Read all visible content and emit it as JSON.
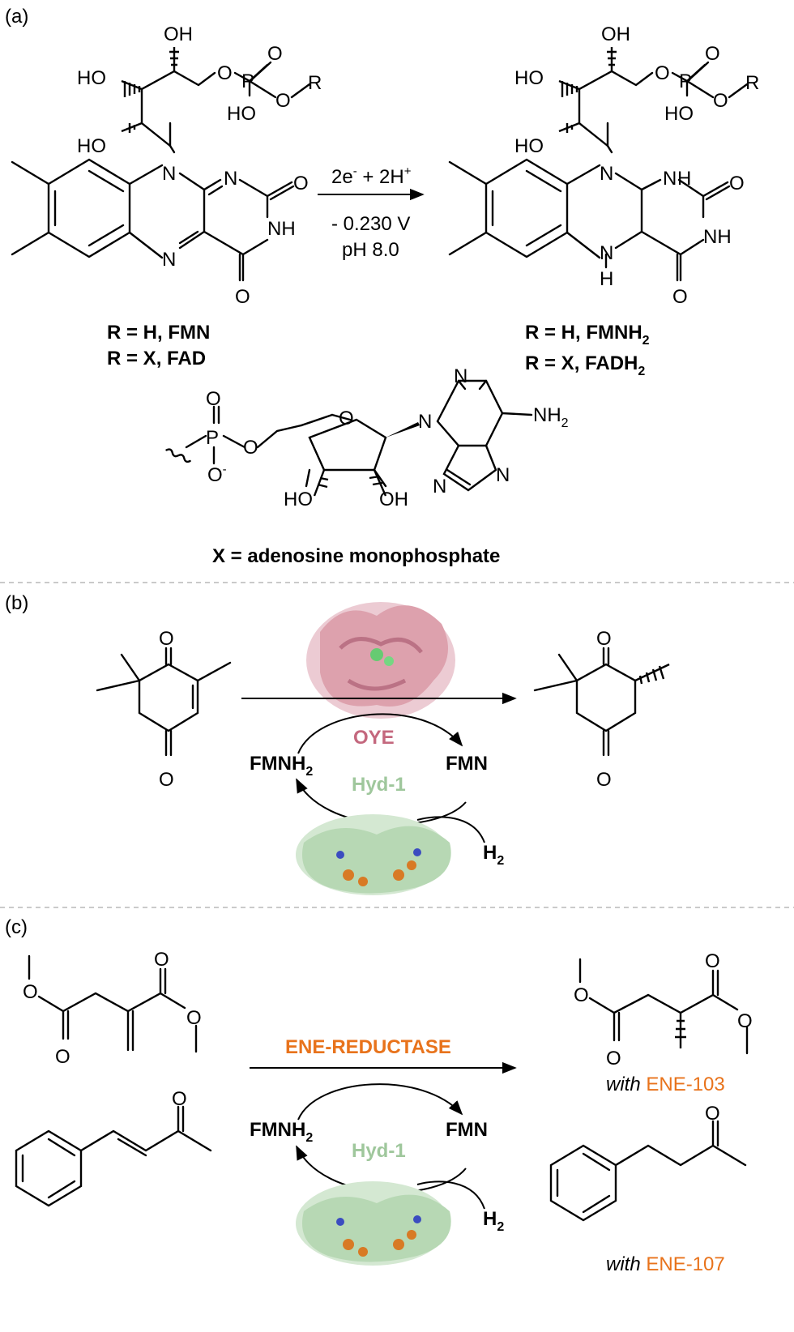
{
  "panel_a": {
    "label": "(a)",
    "atoms_left": {
      "oh_top": "OH",
      "ho_mid": "HO",
      "ho_low": "HO",
      "o_ester": "O",
      "p": "P",
      "o_dbl": "O",
      "o_r": "O",
      "r": "R",
      "ho_p": "HO",
      "n10": "N",
      "n1": "N",
      "n5": "N",
      "o2": "O",
      "nh3": "NH",
      "o4": "O"
    },
    "atoms_right": {
      "oh_top": "OH",
      "ho_mid": "HO",
      "ho_low": "HO",
      "o_ester": "O",
      "p": "P",
      "o_dbl": "O",
      "o_r": "O",
      "r": "R",
      "ho_p": "HO",
      "n10": "N",
      "n1h": "N",
      "h1": "H",
      "o2": "O",
      "nh3": "NH",
      "n5": "N",
      "h5": "H",
      "o4": "O"
    },
    "arrow_top_main": "2e",
    "arrow_top_sup1": "-",
    "arrow_top_mid": " + 2H",
    "arrow_top_sup2": "+",
    "arrow_potential": "- 0.230 V",
    "arrow_ph": "pH 8.0",
    "left_caption_1": "R = H, FMN",
    "left_caption_2": "R = X, FAD",
    "right_caption_1_main": "R = H, FMNH",
    "right_caption_1_sub": "2",
    "right_caption_2_main": "R = X, FADH",
    "right_caption_2_sub": "2",
    "amp_atoms": {
      "o_dbl": "O",
      "p": "P",
      "o_minus": "O",
      "minus": "-",
      "o_link": "O",
      "o_ring": "O",
      "n9": "N",
      "n7": "N",
      "nh2_main": "NH",
      "nh2_sub": "2",
      "n1": "N",
      "n3": "N",
      "ho": "HO",
      "oh": "OH"
    },
    "x_caption": "X = adenosine monophosphate"
  },
  "panel_b": {
    "label": "(b)",
    "atoms_sm": {
      "o1": "O",
      "o4": "O"
    },
    "atoms_prod": {
      "o1": "O",
      "o4": "O"
    },
    "enzyme_label": "OYE",
    "cofactor_reduced_main": "FMNH",
    "cofactor_reduced_sub": "2",
    "cofactor_oxidized": "FMN",
    "hydrogenase_label": "Hyd-1",
    "h2_main": "H",
    "h2_sub": "2"
  },
  "panel_c": {
    "label": "(c)",
    "atoms_sm1": {
      "o_me1": "O",
      "o_c1": "O",
      "o_dbl2": "O",
      "o_me2": "O"
    },
    "atoms_sm2": {
      "o": "O"
    },
    "atoms_prod1": {
      "o_me1": "O",
      "o_c1": "O",
      "o_dbl2": "O",
      "o_me2": "O"
    },
    "atoms_prod2": {
      "o": "O"
    },
    "enzyme_label": "ENE-REDUCTASE",
    "cofactor_reduced_main": "FMNH",
    "cofactor_reduced_sub": "2",
    "cofactor_oxidized": "FMN",
    "hydrogenase_label": "Hyd-1",
    "h2_main": "H",
    "h2_sub": "2",
    "with_word_1": "with",
    "enzyme_1": " ENE-103",
    "with_word_2": "with",
    "enzyme_2": " ENE-107"
  },
  "colors": {
    "oye_pink": "#c4687e",
    "hydrogenase_green": "#9fc79c",
    "ene_orange": "#e8731c",
    "separator_gray": "#b8b8b8"
  }
}
